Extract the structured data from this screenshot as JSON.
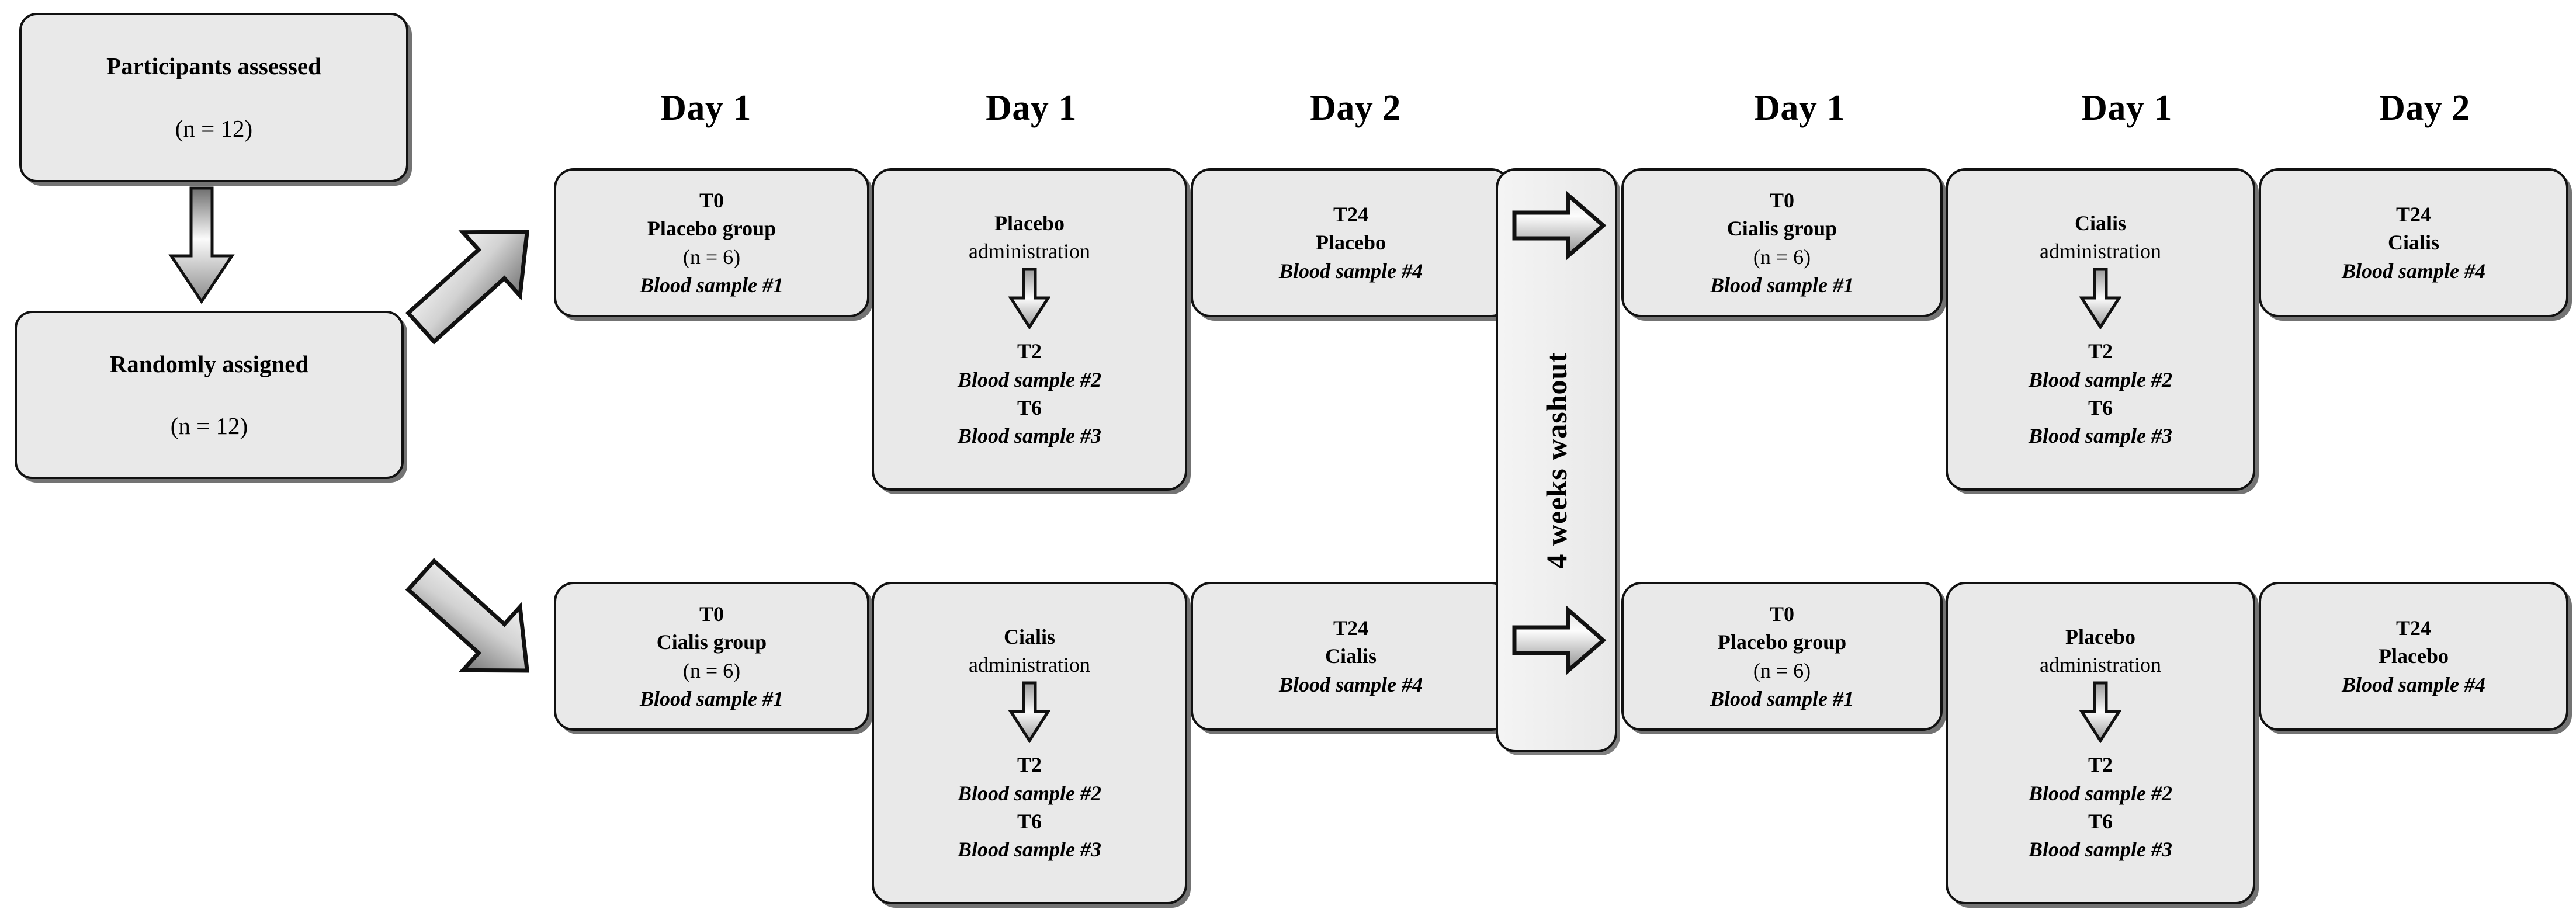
{
  "colors": {
    "box_fill": "#e9e9e9",
    "box_border": "#111111",
    "washout_fill": "#f1f1f1",
    "arrow_light": "#f2f2f2",
    "arrow_dark": "#8f8f8f",
    "text": "#000000",
    "background": "#ffffff"
  },
  "enrollment": {
    "participants": {
      "title": "Participants assessed",
      "count": "(n = 12)"
    },
    "randomized": {
      "title": "Randomly assigned",
      "count": "(n = 12)"
    }
  },
  "day_headers": {
    "period1": [
      "Day 1",
      "Day 1",
      "Day 2"
    ],
    "period2": [
      "Day 1",
      "Day 1",
      "Day 2"
    ]
  },
  "washout": {
    "label": "4 weeks washout",
    "duration": "4 weeks",
    "phase": "washout"
  },
  "sequences": [
    {
      "name": "sequence-placebo-first",
      "period1": {
        "baseline": {
          "timepoint": "T0",
          "group": "Placebo group",
          "count": "(n = 6)",
          "sample": "Blood sample #1"
        },
        "dosing": {
          "drug": "Placebo",
          "action": "administration",
          "timepoint_1": "T2",
          "sample_1": "Blood sample #2",
          "timepoint_2": "T6",
          "sample_2": "Blood sample #3"
        },
        "followup": {
          "timepoint": "T24",
          "drug": "Placebo",
          "sample": "Blood sample #4"
        }
      },
      "period2": {
        "baseline": {
          "timepoint": "T0",
          "group": "Cialis group",
          "count": "(n = 6)",
          "sample": "Blood sample #1"
        },
        "dosing": {
          "drug": "Cialis",
          "action": "administration",
          "timepoint_1": "T2",
          "sample_1": "Blood sample #2",
          "timepoint_2": "T6",
          "sample_2": "Blood sample #3"
        },
        "followup": {
          "timepoint": "T24",
          "drug": "Cialis",
          "sample": "Blood sample #4"
        }
      }
    },
    {
      "name": "sequence-cialis-first",
      "period1": {
        "baseline": {
          "timepoint": "T0",
          "group": "Cialis group",
          "count": "(n = 6)",
          "sample": "Blood sample #1"
        },
        "dosing": {
          "drug": "Cialis",
          "action": "administration",
          "timepoint_1": "T2",
          "sample_1": "Blood sample #2",
          "timepoint_2": "T6",
          "sample_2": "Blood sample #3"
        },
        "followup": {
          "timepoint": "T24",
          "drug": "Cialis",
          "sample": "Blood sample #4"
        }
      },
      "period2": {
        "baseline": {
          "timepoint": "T0",
          "group": "Placebo group",
          "count": "(n = 6)",
          "sample": "Blood sample #1"
        },
        "dosing": {
          "drug": "Placebo",
          "action": "administration",
          "timepoint_1": "T2",
          "sample_1": "Blood sample #2",
          "timepoint_2": "T6",
          "sample_2": "Blood sample #3"
        },
        "followup": {
          "timepoint": "T24",
          "drug": "Placebo",
          "sample": "Blood sample #4"
        }
      }
    }
  ]
}
